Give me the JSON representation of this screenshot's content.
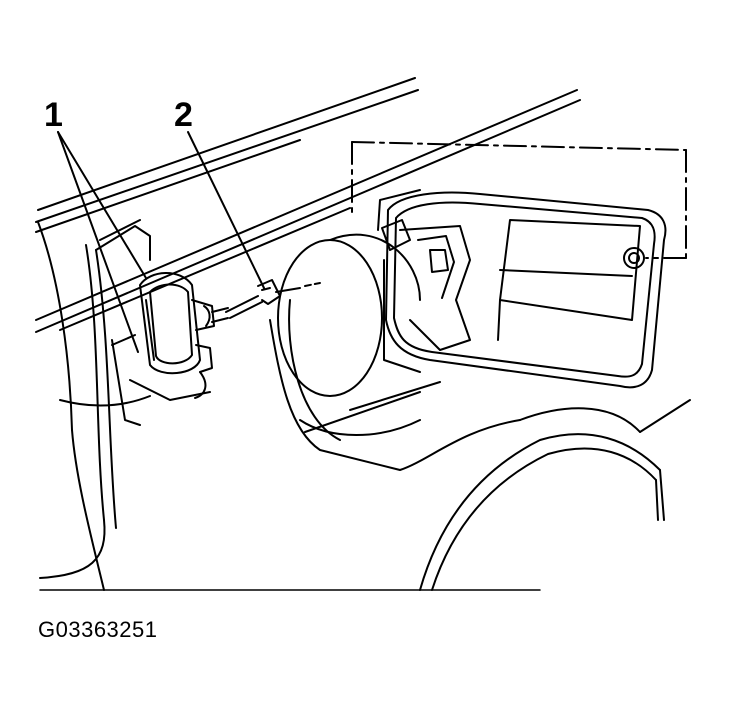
{
  "callouts": {
    "one": "1",
    "two": "2"
  },
  "figure_id": "G03363251",
  "colors": {
    "line": "#000000",
    "background": "#ffffff"
  }
}
